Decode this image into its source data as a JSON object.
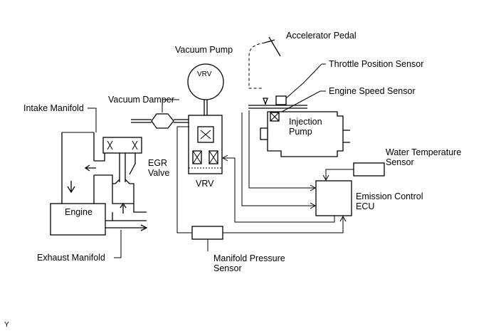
{
  "labels": {
    "accelerator_pedal": "Accelerator Pedal",
    "vacuum_pump": "Vacuum Pump",
    "throttle_position_sensor": "Throttle Position Sensor",
    "vacuum_damper": "Vacuum Damper",
    "engine_speed_sensor": "Engine Speed Sensor",
    "intake_manifold": "Intake Manifold",
    "injection_pump_line1": "Injection",
    "injection_pump_line2": "Pump",
    "egr_valve_line1": "EGR",
    "egr_valve_line2": "Valve",
    "vrv": "VRV",
    "pump_body": "VRV",
    "water_temperature_line1": "Water Temperature",
    "water_temperature_line2": "Sensor",
    "engine": "Engine",
    "emission_ecu_line1": "Emission Control",
    "emission_ecu_line2": "ECU",
    "exhaust_manifold": "Exhaust Manifold",
    "manifold_pressure_line1": "Manifold Pressure",
    "manifold_pressure_line2": "Sensor",
    "corner_mark": "Y"
  }
}
